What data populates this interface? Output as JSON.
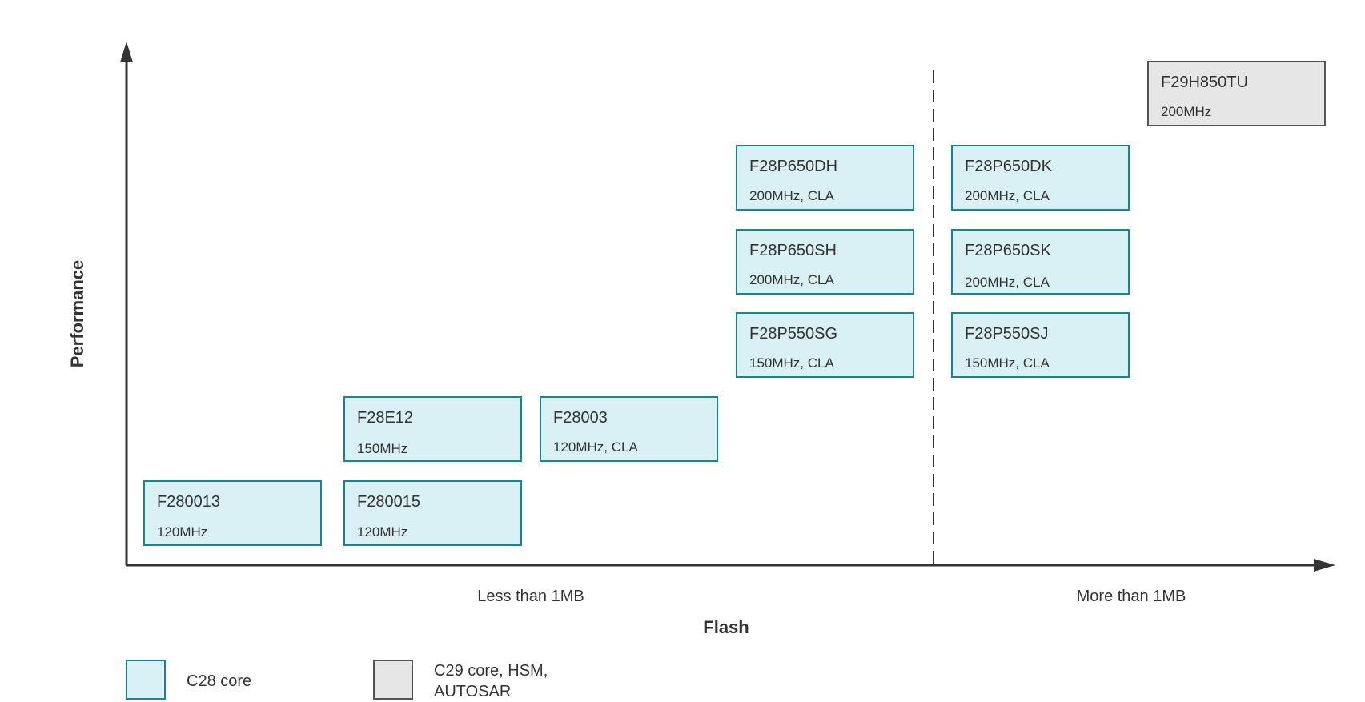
{
  "axes": {
    "y_title": "Performance",
    "x_title": "Flash"
  },
  "regions": [
    {
      "label": "Less than 1MB"
    },
    {
      "label": "More than 1MB"
    }
  ],
  "devices": [
    {
      "name": "F280013",
      "spec": "120MHz",
      "core": "c28"
    },
    {
      "name": "F280015",
      "spec": "120MHz",
      "core": "c28"
    },
    {
      "name": "F28E12",
      "spec": "150MHz",
      "core": "c28"
    },
    {
      "name": "F28003",
      "spec": "120MHz, CLA",
      "core": "c28"
    },
    {
      "name": "F28P650DH",
      "spec": "200MHz, CLA",
      "core": "c28"
    },
    {
      "name": "F28P650SH",
      "spec": "200MHz, CLA",
      "core": "c28"
    },
    {
      "name": "F28P550SG",
      "spec": "150MHz, CLA",
      "core": "c28"
    },
    {
      "name": "F28P650DK",
      "spec": "200MHz, CLA",
      "core": "c28"
    },
    {
      "name": "F28P650SK",
      "spec": "200MHz, CLA",
      "core": "c28"
    },
    {
      "name": "F28P550SJ",
      "spec": "150MHz, CLA",
      "core": "c28"
    },
    {
      "name": "F29H850TU",
      "spec": "200MHz",
      "core": "c29"
    }
  ],
  "legend": [
    {
      "key": "c28",
      "lines": [
        "C28 core"
      ]
    },
    {
      "key": "c29",
      "lines": [
        "C29 core, HSM,",
        "AUTOSAR"
      ]
    }
  ],
  "colors": {
    "c28_fill": "#d9f1f5",
    "c28_border": "#17878f",
    "c29_fill": "#e6e6e6",
    "c29_border": "#555555",
    "axis": "#333333"
  }
}
